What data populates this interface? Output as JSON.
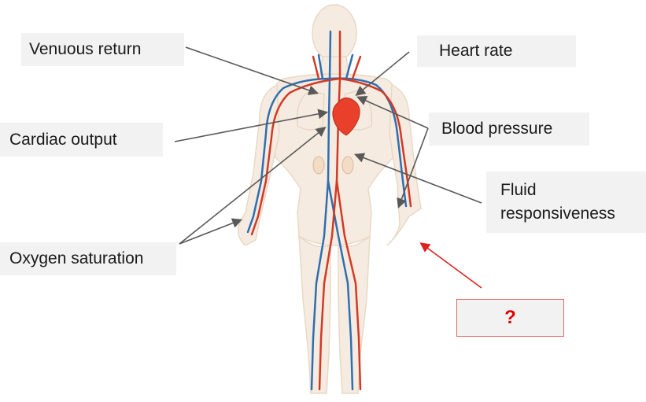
{
  "labels": {
    "venous_return": "Venuous return",
    "heart_rate": "Heart rate",
    "cardiac_output": "Cardiac output",
    "blood_pressure": "Blood pressure",
    "fluid_line1": "Fluid",
    "fluid_line2": "responsiveness",
    "oxygen_saturation": "Oxygen saturation"
  },
  "question": {
    "text": "?"
  },
  "colors": {
    "artery": "#d23a24",
    "vein": "#2f6fb0",
    "heart": "#e8402a",
    "body_fill": "#f6ebe0",
    "pointer_arrow": "#595959",
    "question_arrow": "#e02020",
    "label_bg": "#f2f2f2"
  }
}
